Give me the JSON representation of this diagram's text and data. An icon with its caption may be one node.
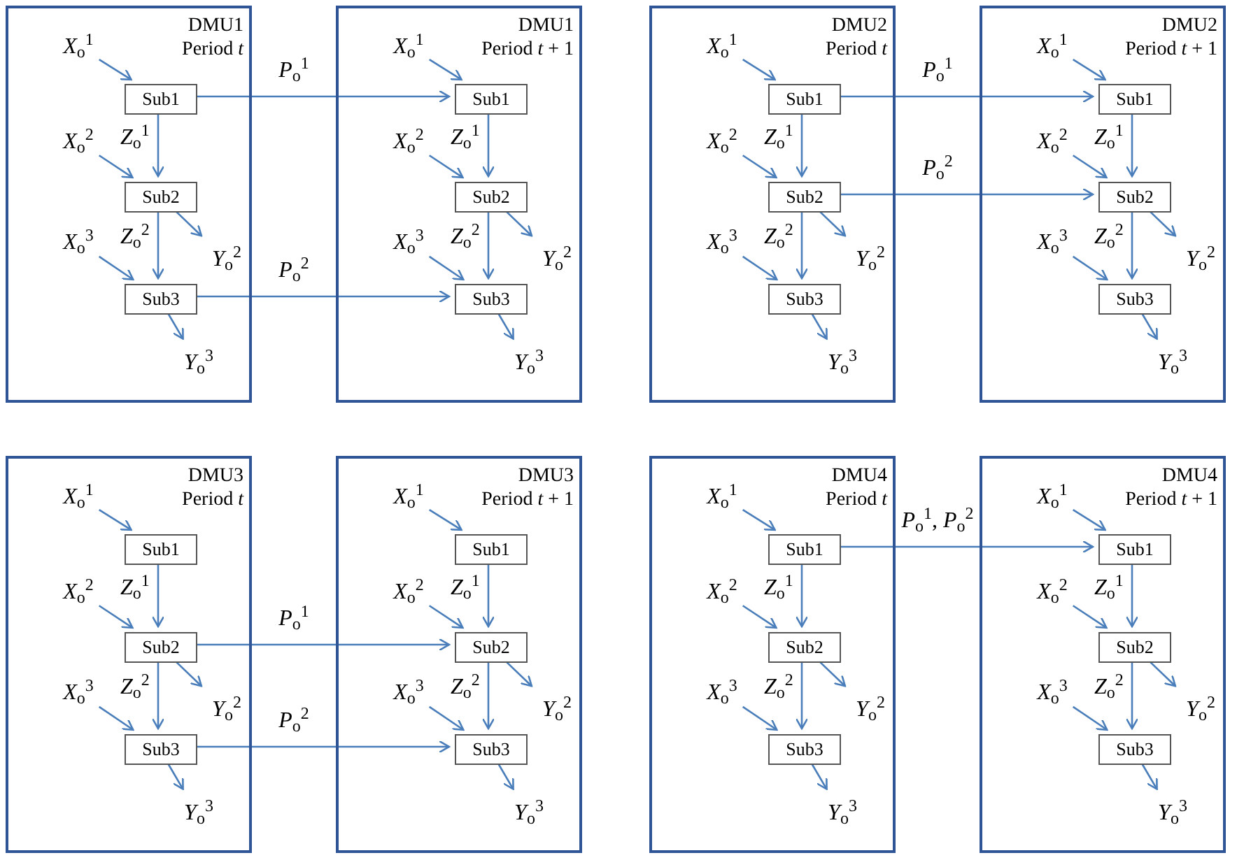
{
  "diagram": {
    "nodes": [
      {
        "text": [
          "DMU1",
          "Period *t*"
        ]
      },
      {
        "text": [
          "*X*$_{o}$$^{1}$"
        ],
        "in": 0
      },
      {
        "text": [
          "Sub1"
        ],
        "in": 0
      },
      {
        "text": [
          "*X*$_{o}$$^{2}$"
        ],
        "in": 0
      },
      {
        "text": [
          "Sub2"
        ],
        "in": 0
      },
      {
        "text": [
          "*Y*$_{o}$$^{2}$"
        ],
        "in": 0
      },
      {
        "text": [
          "*X*$_{o}$$^{3}$"
        ],
        "in": 0
      },
      {
        "text": [
          "Sub3"
        ],
        "in": 0
      },
      {
        "text": [
          "*Y*$_{o}$$^{3}$"
        ],
        "in": 0
      },
      {
        "text": [
          "DMU1",
          "Period *t* + 1"
        ]
      },
      {
        "text": [
          "*X*$_{o}$$^{1}$"
        ],
        "in": 9
      },
      {
        "text": [
          "Sub1"
        ],
        "in": 9
      },
      {
        "text": [
          "*X*$_{o}$$^{2}$"
        ],
        "in": 9
      },
      {
        "text": [
          "Sub2"
        ],
        "in": 9
      },
      {
        "text": [
          "*Y*$_{o}$$^{2}$"
        ],
        "in": 9
      },
      {
        "text": [
          "*X*$_{o}$$^{3}$"
        ],
        "in": 9
      },
      {
        "text": [
          "Sub3"
        ],
        "in": 9
      },
      {
        "text": [
          "*Y*$_{o}$$^{3}$"
        ],
        "in": 9
      },
      {
        "text": [
          "DMU2",
          "Period *t*"
        ]
      },
      {
        "text": [
          "*X*$_{o}$$^{1}$"
        ],
        "in": 18
      },
      {
        "text": [
          "Sub1"
        ],
        "in": 18
      },
      {
        "text": [
          "*X*$_{o}$$^{2}$"
        ],
        "in": 18
      },
      {
        "text": [
          "Sub2"
        ],
        "in": 18
      },
      {
        "text": [
          "*Y*$_{o}$$^{2}$"
        ],
        "in": 18
      },
      {
        "text": [
          "*X*$_{o}$$^{3}$"
        ],
        "in": 18
      },
      {
        "text": [
          "Sub3"
        ],
        "in": 18
      },
      {
        "text": [
          "*Y*$_{o}$$^{3}$"
        ],
        "in": 18
      },
      {
        "text": [
          "DMU2",
          "Period *t* + 1"
        ]
      },
      {
        "text": [
          "*X*$_{o}$$^{1}$"
        ],
        "in": 27
      },
      {
        "text": [
          "Sub1"
        ],
        "in": 27
      },
      {
        "text": [
          "*X*$_{o}$$^{2}$"
        ],
        "in": 27
      },
      {
        "text": [
          "Sub2"
        ],
        "in": 27
      },
      {
        "text": [
          "*Y*$_{o}$$^{2}$"
        ],
        "in": 27
      },
      {
        "text": [
          "*X*$_{o}$$^{3}$"
        ],
        "in": 27
      },
      {
        "text": [
          "Sub3"
        ],
        "in": 27
      },
      {
        "text": [
          "*Y*$_{o}$$^{3}$"
        ],
        "in": 27
      },
      {
        "text": [
          "DMU3",
          "Period *t*"
        ]
      },
      {
        "text": [
          "*X*$_{o}$$^{1}$"
        ],
        "in": 36
      },
      {
        "text": [
          "Sub1"
        ],
        "in": 36
      },
      {
        "text": [
          "*X*$_{o}$$^{2}$"
        ],
        "in": 36
      },
      {
        "text": [
          "Sub2"
        ],
        "in": 36
      },
      {
        "text": [
          "*Y*$_{o}$$^{2}$"
        ],
        "in": 36
      },
      {
        "text": [
          "*X*$_{o}$$^{3}$"
        ],
        "in": 36
      },
      {
        "text": [
          "Sub3"
        ],
        "in": 36
      },
      {
        "text": [
          "*Y*$_{o}$$^{3}$"
        ],
        "in": 36
      },
      {
        "text": [
          "DMU3",
          "Period *t* + 1"
        ]
      },
      {
        "text": [
          "*X*$_{o}$$^{1}$"
        ],
        "in": 45
      },
      {
        "text": [
          "Sub1"
        ],
        "in": 45
      },
      {
        "text": [
          "*X*$_{o}$$^{2}$"
        ],
        "in": 45
      },
      {
        "text": [
          "Sub2"
        ],
        "in": 45
      },
      {
        "text": [
          "*Y*$_{o}$$^{2}$"
        ],
        "in": 45
      },
      {
        "text": [
          "*X*$_{o}$$^{3}$"
        ],
        "in": 45
      },
      {
        "text": [
          "Sub3"
        ],
        "in": 45
      },
      {
        "text": [
          "*Y*$_{o}$$^{3}$"
        ],
        "in": 45
      },
      {
        "text": [
          "DMU4",
          "Period *t*"
        ]
      },
      {
        "text": [
          "*X*$_{o}$$^{1}$"
        ],
        "in": 54
      },
      {
        "text": [
          "Sub1"
        ],
        "in": 54
      },
      {
        "text": [
          "*X*$_{o}$$^{2}$"
        ],
        "in": 54
      },
      {
        "text": [
          "Sub2"
        ],
        "in": 54
      },
      {
        "text": [
          "*Y*$_{o}$$^{2}$"
        ],
        "in": 54
      },
      {
        "text": [
          "*X*$_{o}$$^{3}$"
        ],
        "in": 54
      },
      {
        "text": [
          "Sub3"
        ],
        "in": 54
      },
      {
        "text": [
          "*Y*$_{o}$$^{3}$"
        ],
        "in": 54
      },
      {
        "text": [
          "DMU4",
          "Period *t* + 1"
        ]
      },
      {
        "text": [
          "*X*$_{o}$$^{1}$"
        ],
        "in": 63
      },
      {
        "text": [
          "Sub1"
        ],
        "in": 63
      },
      {
        "text": [
          "*X*$_{o}$$^{2}$"
        ],
        "in": 63
      },
      {
        "text": [
          "Sub2"
        ],
        "in": 63
      },
      {
        "text": [
          "*Y*$_{o}$$^{2}$"
        ],
        "in": 63
      },
      {
        "text": [
          "*X*$_{o}$$^{3}$"
        ],
        "in": 63
      },
      {
        "text": [
          "Sub3"
        ],
        "in": 63
      },
      {
        "text": [
          "*Y*$_{o}$$^{3}$"
        ],
        "in": 63
      }
    ],
    "edges": [
      {
        "from": 1,
        "to": 2,
        "arrow": "to"
      },
      {
        "from": 2,
        "to": 4,
        "arrow": "to",
        "label": "*Z*$_{o}$$^{1}$"
      },
      {
        "from": 3,
        "to": 4,
        "arrow": "to"
      },
      {
        "from": 4,
        "to": 5,
        "arrow": "to"
      },
      {
        "from": 4,
        "to": 7,
        "arrow": "to",
        "label": "*Z*$_{o}$$^{2}$"
      },
      {
        "from": 6,
        "to": 7,
        "arrow": "to"
      },
      {
        "from": 7,
        "to": 8,
        "arrow": "to"
      },
      {
        "from": 10,
        "to": 11,
        "arrow": "to"
      },
      {
        "from": 11,
        "to": 13,
        "arrow": "to",
        "label": "*Z*$_{o}$$^{1}$"
      },
      {
        "from": 12,
        "to": 13,
        "arrow": "to"
      },
      {
        "from": 13,
        "to": 14,
        "arrow": "to"
      },
      {
        "from": 13,
        "to": 16,
        "arrow": "to",
        "label": "*Z*$_{o}$$^{2}$"
      },
      {
        "from": 15,
        "to": 16,
        "arrow": "to"
      },
      {
        "from": 16,
        "to": 17,
        "arrow": "to"
      },
      {
        "from": 19,
        "to": 20,
        "arrow": "to"
      },
      {
        "from": 20,
        "to": 22,
        "arrow": "to",
        "label": "*Z*$_{o}$$^{1}$"
      },
      {
        "from": 21,
        "to": 22,
        "arrow": "to"
      },
      {
        "from": 22,
        "to": 23,
        "arrow": "to"
      },
      {
        "from": 22,
        "to": 25,
        "arrow": "to",
        "label": "*Z*$_{o}$$^{2}$"
      },
      {
        "from": 24,
        "to": 25,
        "arrow": "to"
      },
      {
        "from": 25,
        "to": 26,
        "arrow": "to"
      },
      {
        "from": 28,
        "to": 29,
        "arrow": "to"
      },
      {
        "from": 29,
        "to": 31,
        "arrow": "to",
        "label": "*Z*$_{o}$$^{1}$"
      },
      {
        "from": 30,
        "to": 31,
        "arrow": "to"
      },
      {
        "from": 31,
        "to": 32,
        "arrow": "to"
      },
      {
        "from": 31,
        "to": 34,
        "arrow": "to",
        "label": "*Z*$_{o}$$^{2}$"
      },
      {
        "from": 33,
        "to": 34,
        "arrow": "to"
      },
      {
        "from": 34,
        "to": 35,
        "arrow": "to"
      },
      {
        "from": 37,
        "to": 38,
        "arrow": "to"
      },
      {
        "from": 38,
        "to": 40,
        "arrow": "to",
        "label": "*Z*$_{o}$$^{1}$"
      },
      {
        "from": 39,
        "to": 40,
        "arrow": "to"
      },
      {
        "from": 40,
        "to": 41,
        "arrow": "to"
      },
      {
        "from": 40,
        "to": 43,
        "arrow": "to",
        "label": "*Z*$_{o}$$^{2}$"
      },
      {
        "from": 42,
        "to": 43,
        "arrow": "to"
      },
      {
        "from": 43,
        "to": 44,
        "arrow": "to"
      },
      {
        "from": 46,
        "to": 47,
        "arrow": "to"
      },
      {
        "from": 47,
        "to": 49,
        "arrow": "to",
        "label": "*Z*$_{o}$$^{1}$"
      },
      {
        "from": 48,
        "to": 49,
        "arrow": "to"
      },
      {
        "from": 49,
        "to": 50,
        "arrow": "to"
      },
      {
        "from": 49,
        "to": 52,
        "arrow": "to",
        "label": "*Z*$_{o}$$^{2}$"
      },
      {
        "from": 51,
        "to": 52,
        "arrow": "to"
      },
      {
        "from": 52,
        "to": 53,
        "arrow": "to"
      },
      {
        "from": 55,
        "to": 56,
        "arrow": "to"
      },
      {
        "from": 56,
        "to": 58,
        "arrow": "to",
        "label": "*Z*$_{o}$$^{1}$"
      },
      {
        "from": 57,
        "to": 58,
        "arrow": "to"
      },
      {
        "from": 58,
        "to": 59,
        "arrow": "to"
      },
      {
        "from": 58,
        "to": 61,
        "arrow": "to",
        "label": "*Z*$_{o}$$^{2}$"
      },
      {
        "from": 60,
        "to": 61,
        "arrow": "to"
      },
      {
        "from": 61,
        "to": 62,
        "arrow": "to"
      },
      {
        "from": 64,
        "to": 65,
        "arrow": "to"
      },
      {
        "from": 65,
        "to": 67,
        "arrow": "to",
        "label": "*Z*$_{o}$$^{1}$"
      },
      {
        "from": 66,
        "to": 67,
        "arrow": "to"
      },
      {
        "from": 67,
        "to": 68,
        "arrow": "to"
      },
      {
        "from": 67,
        "to": 70,
        "arrow": "to",
        "label": "*Z*$_{o}$$^{2}$"
      },
      {
        "from": 69,
        "to": 70,
        "arrow": "to"
      },
      {
        "from": 70,
        "to": 71,
        "arrow": "to"
      },
      {
        "from": 2,
        "to": 11,
        "arrow": "to",
        "label": "*P*$_{o}$$^{1}$"
      },
      {
        "from": 7,
        "to": 16,
        "arrow": "to",
        "label": "*P*$_{o}$$^{2}$"
      },
      {
        "from": 20,
        "to": 29,
        "arrow": "to",
        "label": "*P*$_{o}$$^{1}$"
      },
      {
        "from": 22,
        "to": 31,
        "arrow": "to",
        "label": "*P*$_{o}$$^{2}$"
      },
      {
        "from": 40,
        "to": 49,
        "arrow": "to",
        "label": "*P*$_{o}$$^{1}$"
      },
      {
        "from": 43,
        "to": 52,
        "arrow": "to",
        "label": "*P*$_{o}$$^{2}$"
      },
      {
        "from": 56,
        "to": 65,
        "arrow": "to",
        "label": "*P*$_{o}$$^{1}$, *P*$_{o}$$^{2}$"
      }
    ]
  }
}
